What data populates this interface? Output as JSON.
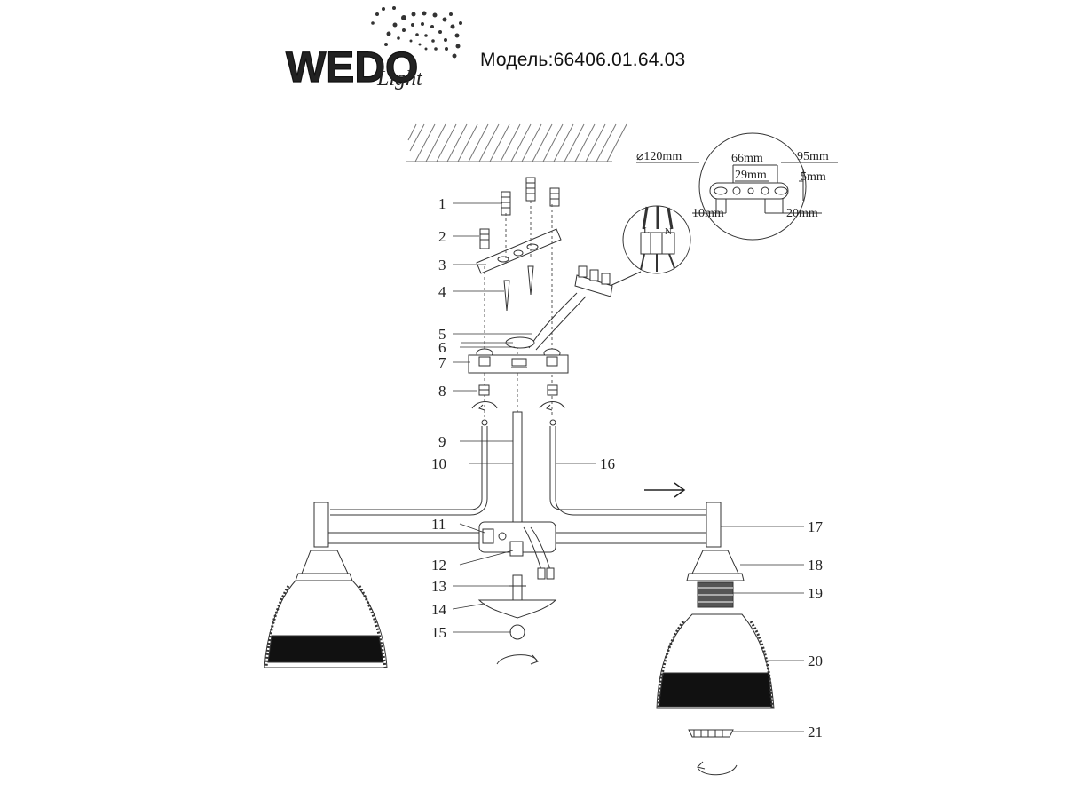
{
  "header": {
    "logo": {
      "wordmark": "WEDO",
      "script": "Light"
    },
    "model_label": "Модель:66406.01.64.03"
  },
  "dimensions": {
    "diameter": "⌀120mm",
    "d66": "66mm",
    "d95": "95mm",
    "d29": "29mm",
    "d5": "5mm",
    "d10": "10mm",
    "d20": "20mm"
  },
  "terminal_labels": {
    "live": "L",
    "neutral": "N"
  },
  "parts": [
    {
      "num": "1"
    },
    {
      "num": "2"
    },
    {
      "num": "3"
    },
    {
      "num": "4"
    },
    {
      "num": "5"
    },
    {
      "num": "6"
    },
    {
      "num": "7"
    },
    {
      "num": "8"
    },
    {
      "num": "9"
    },
    {
      "num": "10"
    },
    {
      "num": "11"
    },
    {
      "num": "12"
    },
    {
      "num": "13"
    },
    {
      "num": "14"
    },
    {
      "num": "15"
    },
    {
      "num": "16"
    },
    {
      "num": "17"
    },
    {
      "num": "18"
    },
    {
      "num": "19"
    },
    {
      "num": "20"
    },
    {
      "num": "21"
    }
  ]
}
